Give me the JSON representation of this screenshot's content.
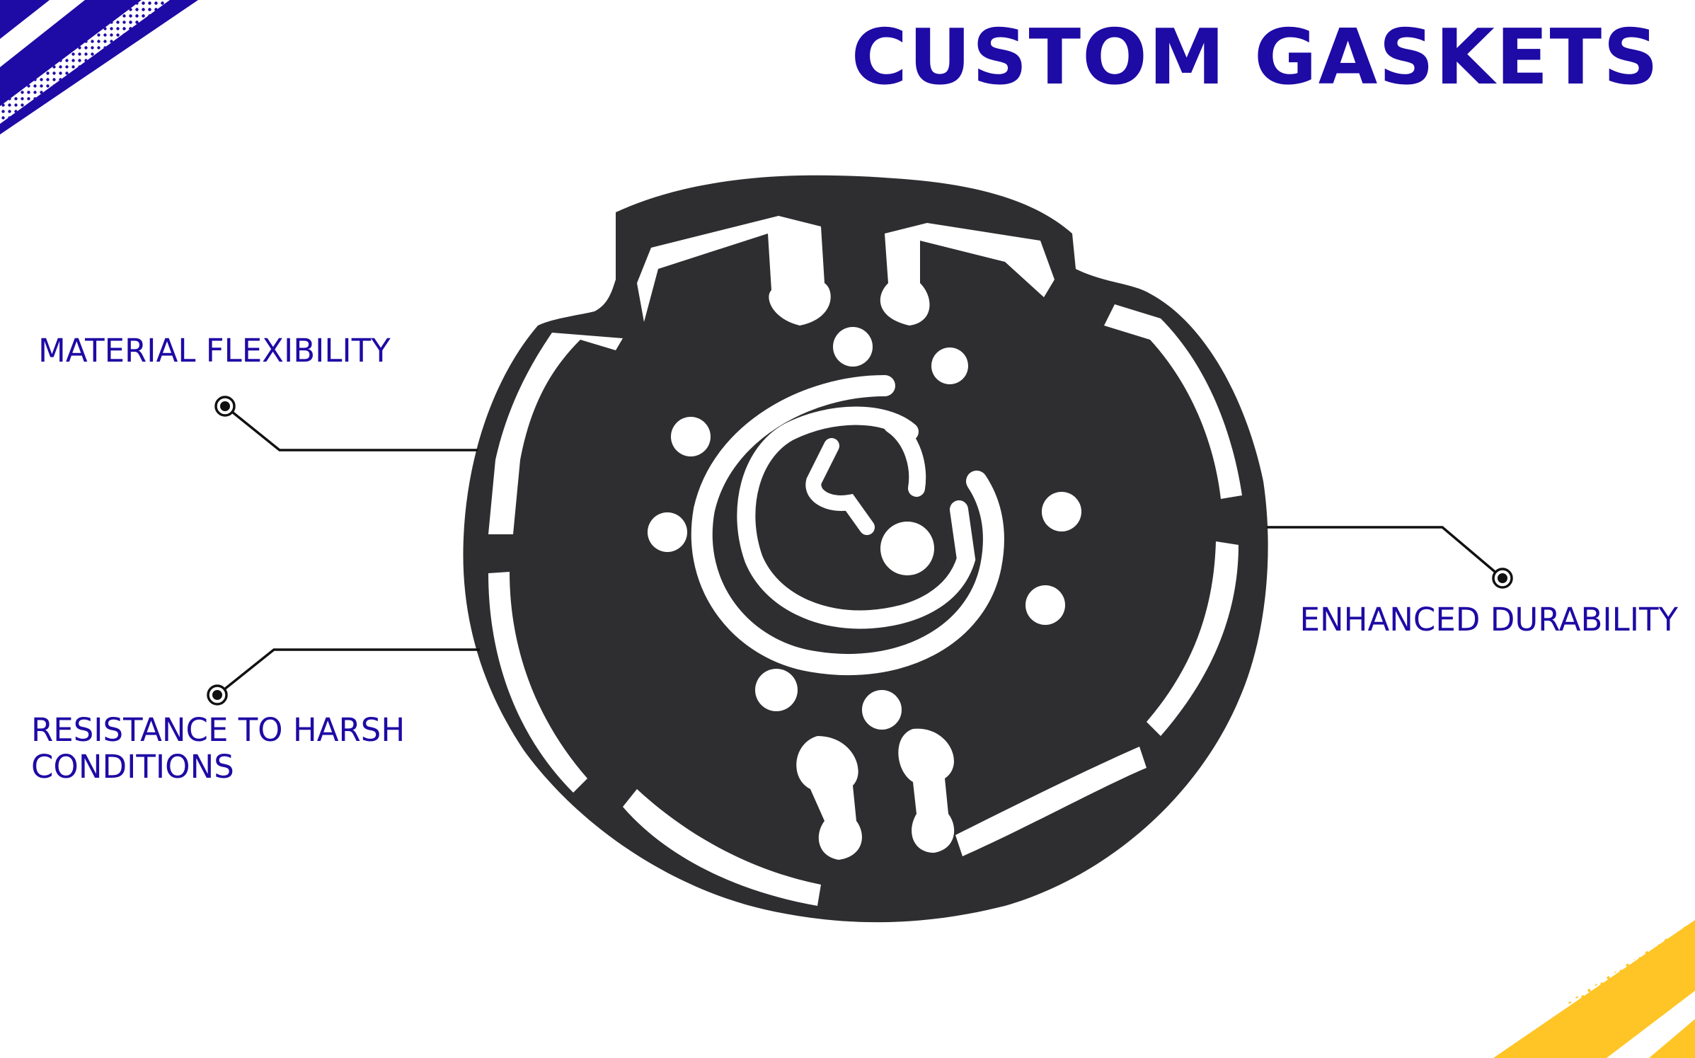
{
  "page": {
    "title": "CUSTOM GASKETS",
    "accent_color": "#1E0AA5",
    "secondary_color": "#FFC526",
    "gasket_color": "#2E2D30"
  },
  "features": {
    "material_flexibility": "MATERIAL FLEXIBILITY",
    "resistance_line1": "RESISTANCE TO HARSH",
    "resistance_line2": "CONDITIONS",
    "enhanced_durability": "ENHANCED DURABILITY"
  },
  "image": {
    "subject": "gasket-image"
  }
}
